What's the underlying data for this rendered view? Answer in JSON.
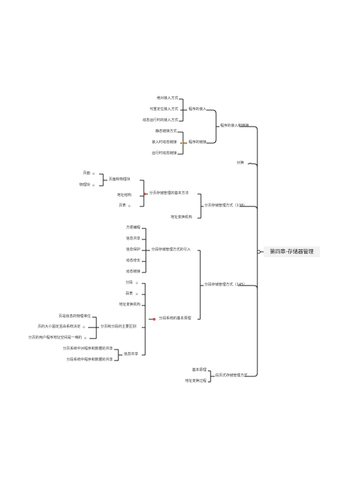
{
  "root": "第四章-存储器管理",
  "branches": {
    "load_link": {
      "label": "程序的装入和链接",
      "load": {
        "label": "程序的装入",
        "items": [
          "绝对装入方式",
          "可重定位装入方式",
          "动态运行时的装入方式"
        ]
      },
      "link": {
        "label": "程序的链接",
        "items": [
          "静态链接方式",
          "装入时动态链接",
          "运行时动态链接"
        ]
      }
    },
    "swap": {
      "label": "对换"
    },
    "paging": {
      "label": "分页存储管理方式（138）",
      "basic": {
        "label": "分页存储管理的基本方法",
        "page_block": {
          "label": "页面和物理块",
          "items": [
            "页面",
            "物理块"
          ]
        },
        "address": "地址结构",
        "page_table": "页表"
      },
      "translation": "地址变换机构"
    },
    "segment": {
      "label": "分段存储管理方式（145）",
      "intro": {
        "label": "分段存储管理方式的引入",
        "items": [
          "方便编程",
          "信息共享",
          "信息保护",
          "动态增长",
          "动态链接"
        ]
      },
      "basic": {
        "label": "分段系统的基本原理",
        "segment": "分段",
        "segment_table": "段表",
        "translation": "地址变换机构",
        "diff": {
          "label": "分页和分段的主要区别",
          "items": [
            "页是信息的物理单位",
            "页的大小固定且由系统决定",
            "分页的用户程序地址空间是一维的"
          ]
        },
        "share": {
          "label": "信息共享",
          "items": [
            "分页系统中对程序和数据的共享",
            "分段系统中程序和数据的共享"
          ]
        }
      }
    },
    "segpage": {
      "label": "段页式存储管理方式",
      "items": [
        "基本原理",
        "地址变换过程"
      ]
    }
  }
}
